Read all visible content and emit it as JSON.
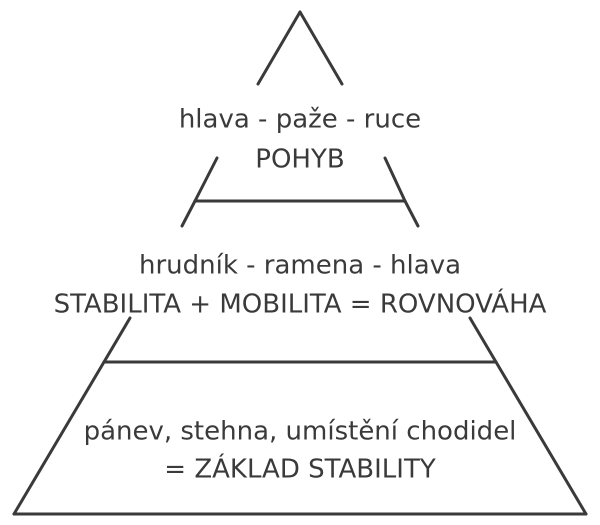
{
  "colors": {
    "stroke": "#3a3a3a",
    "text": "#3a3a3a",
    "background": "#ffffff"
  },
  "pyramid": {
    "levels": [
      {
        "id": "top",
        "line1": "hlava - paže - ruce",
        "line2": "POHYB"
      },
      {
        "id": "middle",
        "line1": "hrudník - ramena - hlava",
        "line2": "STABILITA + MOBILITA = ROVNOVÁHA"
      },
      {
        "id": "bottom",
        "line1": "pánev, stehna, umístění chodidel",
        "line2": "= ZÁKLAD STABILITY"
      }
    ]
  }
}
